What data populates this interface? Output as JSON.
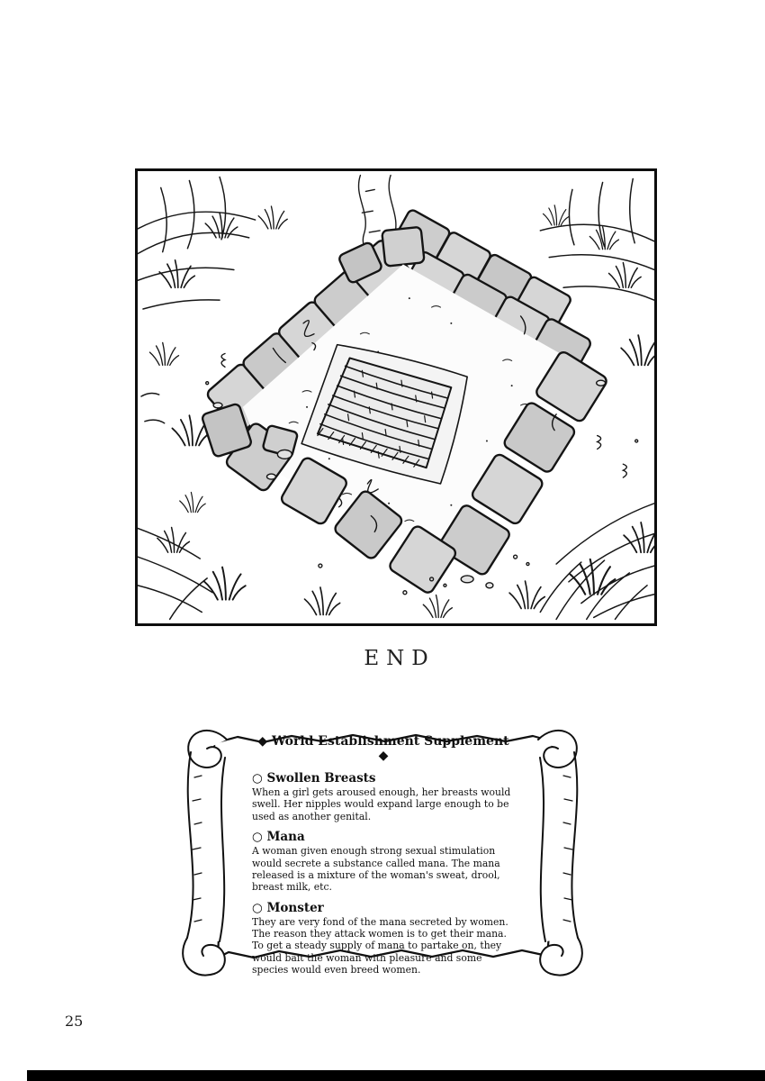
{
  "page": {
    "end_label": "END",
    "page_number": "25"
  },
  "panel": {
    "illustration": "ruined-stone-enclosure-with-sunken-steps-drawing"
  },
  "scroll": {
    "title": "◆ World Establishment Supplement ◆",
    "sections": [
      {
        "heading": "○ Swollen Breasts",
        "body": "When a girl gets aroused enough, her breasts would swell. Her nipples would expand large enough to be used as another genital."
      },
      {
        "heading": "○ Mana",
        "body": "A woman given enough strong sexual stimulation would secrete a substance called mana. The mana released is a mixture of the woman's sweat, drool, breast milk, etc."
      },
      {
        "heading": "○ Monster",
        "body": "They are very fond of the mana secreted by women.  The reason they attack women is to get their mana.  To get a steady supply of mana to partake on, they would bait the woman with pleasure and some species would even breed women."
      }
    ]
  }
}
